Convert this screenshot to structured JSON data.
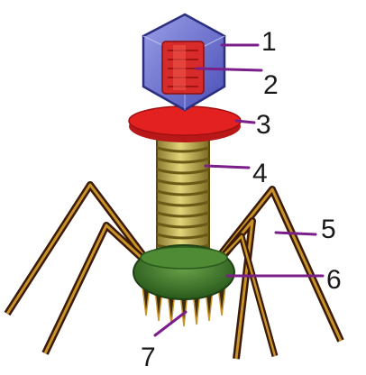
{
  "diagram": {
    "labels": {
      "l1": "1",
      "l2": "2",
      "l3": "3",
      "l4": "4",
      "l5": "5",
      "l6": "6",
      "l7": "7"
    }
  },
  "colors": {
    "capsid_blue": "#6e73d4",
    "dna_red": "#d72a2a",
    "collar_red": "#e42121",
    "sheath_yellow": "#cdbf62",
    "sheath_stripe": "#6a5a16",
    "baseplate_green": "#3e7b2c",
    "fiber_dark": "#3b1a08",
    "fiber_gold": "#c89428",
    "pointer": "#7a1f8a"
  }
}
